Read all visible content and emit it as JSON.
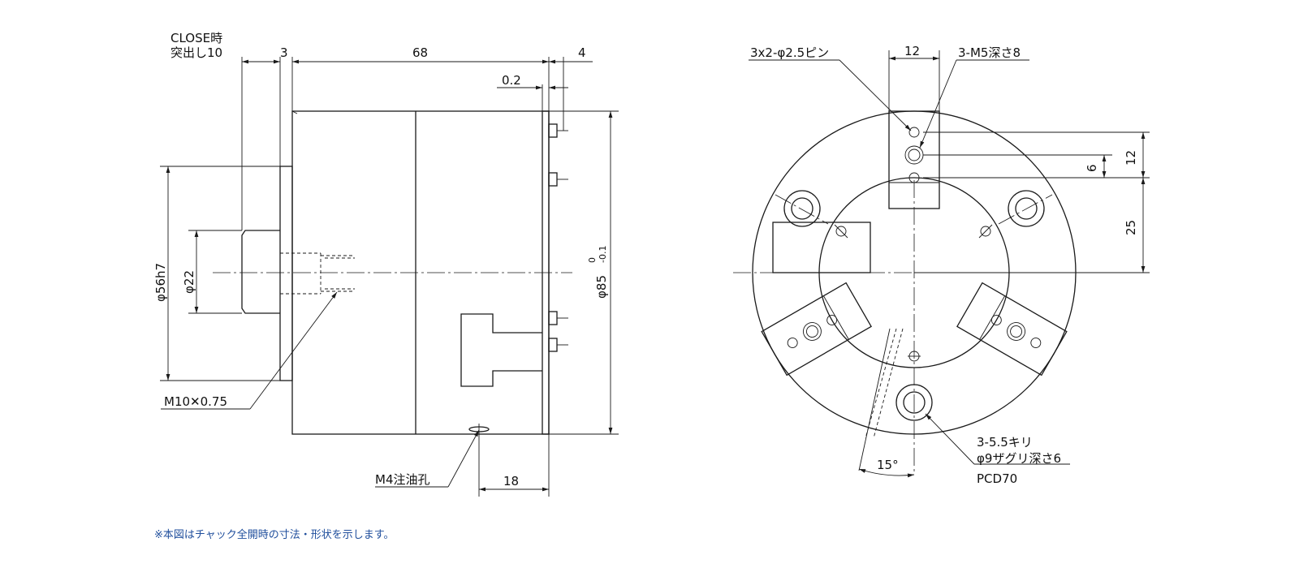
{
  "side_view": {
    "close_protrusion": "CLOSE時\n突出し10",
    "dim_3": "3",
    "dim_68": "68",
    "dim_4": "4",
    "dim_02": "0.2",
    "dim_phi56": "φ56h7",
    "dim_phi22": "φ22",
    "dim_phi85": "φ85",
    "tol_upper": "0",
    "tol_lower": "-0.1",
    "thread": "M10✕0.75",
    "oil_hole": "M4注油孔",
    "dim_18": "18"
  },
  "front_view": {
    "pin": "3x2-φ2.5ピン",
    "dim_12_top": "12",
    "tap": "3-M5深さ8",
    "dim_12_right": "12",
    "dim_6": "6",
    "dim_25": "25",
    "angle": "15°",
    "holes_line1": "3-5.5キリ",
    "holes_line2": "φ9ザグリ深さ6",
    "pcd": "PCD70"
  },
  "footnote": "※本図はチャック全開時の寸法・形状を示します。"
}
